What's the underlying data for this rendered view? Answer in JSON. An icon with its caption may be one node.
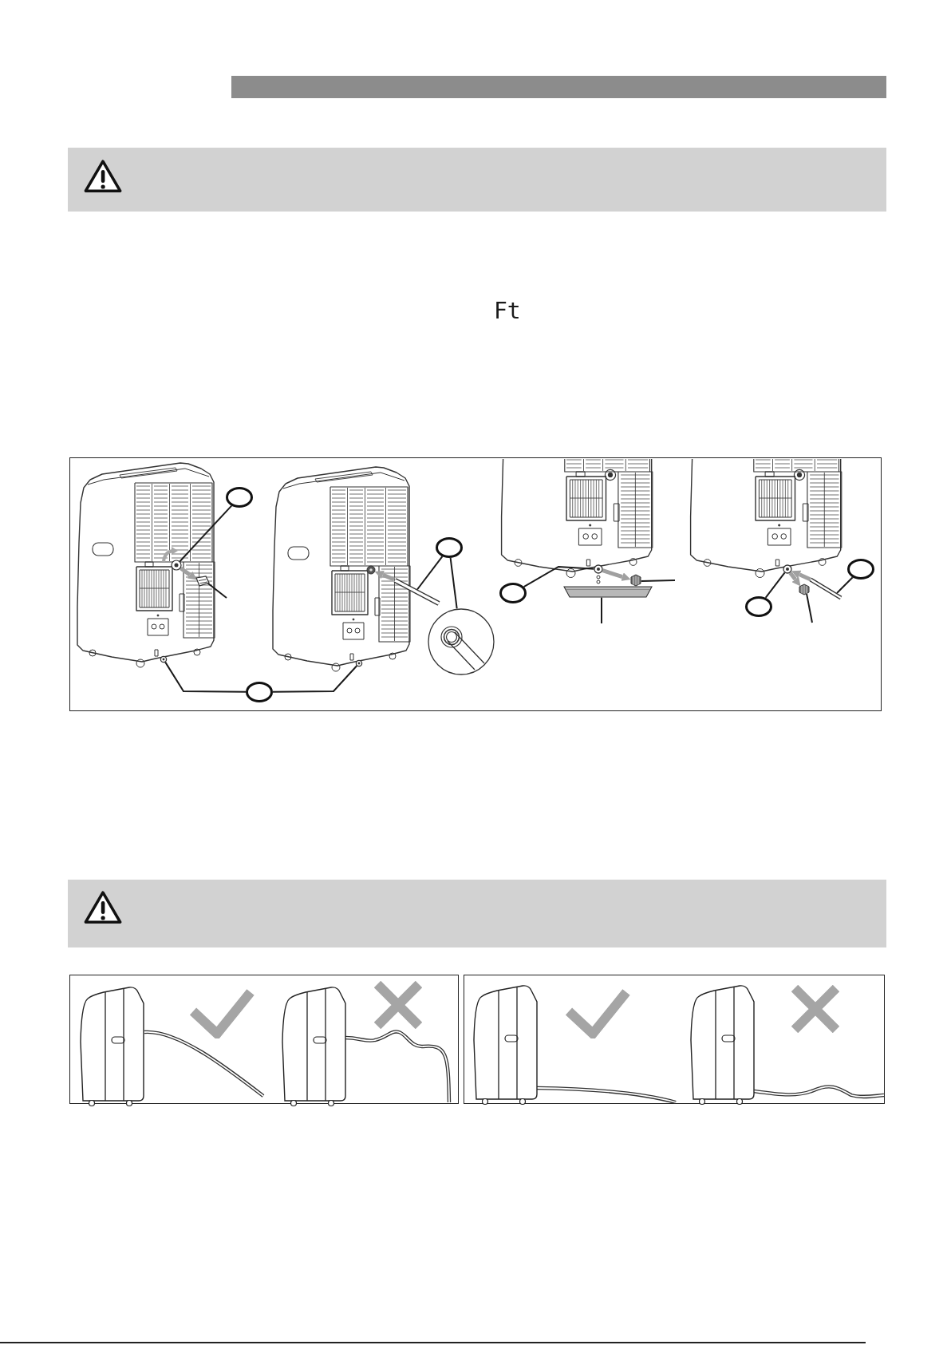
{
  "diagram": {
    "nodes": [
      {
        "text": [],
        "shape": "circle"
      },
      {
        "text": [],
        "shape": "picture"
      },
      {
        "text": [],
        "shape": "picture"
      },
      {
        "text": [],
        "shape": "picture"
      },
      {
        "text": [],
        "shape": "circle"
      },
      {
        "text": [],
        "shape": "picture"
      },
      {
        "text": [],
        "shape": "picture"
      },
      {
        "text": [],
        "shape": "picture"
      },
      {
        "text": [],
        "shape": "picture"
      },
      {
        "text": [],
        "shape": "circle"
      },
      {
        "text": [],
        "shape": "circle"
      },
      {
        "text": [],
        "shape": "picture"
      },
      {
        "text": [],
        "shape": "picture"
      },
      {
        "text": [],
        "shape": "picture"
      },
      {
        "text": [],
        "shape": "circle"
      },
      {
        "text": [],
        "shape": "picture"
      },
      {
        "text": [],
        "shape": "picture"
      },
      {
        "text": [],
        "shape": "circle"
      },
      {
        "text": [],
        "shape": "picture"
      }
    ],
    "edges": [
      {
        "from": 0,
        "to": 1,
        "arrow": "none"
      },
      {
        "from": null,
        "to": 2,
        "arrow": "none"
      },
      {
        "from": 1,
        "to": 2,
        "arrow": "to",
        "style": "thick",
        "color": "#a0a0a0"
      },
      {
        "from": 4,
        "to": 6,
        "arrow": "none"
      },
      {
        "from": 4,
        "to": 7,
        "arrow": "none"
      },
      {
        "from": 6,
        "to": 5,
        "arrow": "to",
        "style": "thick",
        "color": "#a0a0a0"
      },
      {
        "from": 9,
        "to": 3,
        "arrow": "none"
      },
      {
        "from": 9,
        "to": 8,
        "arrow": "none"
      },
      {
        "from": 10,
        "to": 11,
        "arrow": "none"
      },
      {
        "from": 11,
        "to": 12,
        "arrow": "to",
        "style": "thick",
        "color": "#a0a0a0"
      },
      {
        "from": null,
        "to": 12,
        "arrow": "none"
      },
      {
        "from": null,
        "to": 13,
        "arrow": "none"
      },
      {
        "from": 14,
        "to": 15,
        "arrow": "none"
      },
      {
        "from": 15,
        "to": 16,
        "arrow": "to",
        "style": "thick",
        "color": "#a0a0a0"
      },
      {
        "from": null,
        "to": 16,
        "arrow": "none"
      },
      {
        "from": 17,
        "to": 18,
        "arrow": "none"
      },
      {
        "from": 18,
        "to": 15,
        "arrow": "to",
        "style": "thick",
        "color": "#a0a0a0"
      }
    ],
    "labels": [
      "Ft"
    ]
  }
}
